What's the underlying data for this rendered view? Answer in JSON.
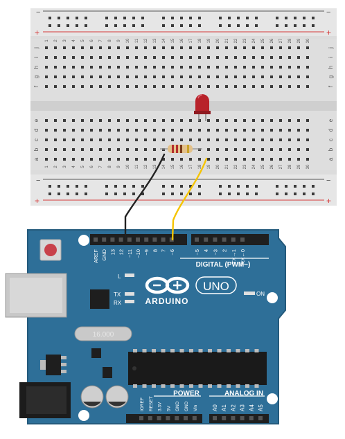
{
  "breadboard": {
    "minus_label": "−",
    "plus_label": "+",
    "columns": [
      "1",
      "2",
      "3",
      "4",
      "5",
      "6",
      "7",
      "8",
      "9",
      "10",
      "11",
      "12",
      "13",
      "14",
      "15",
      "16",
      "17",
      "18",
      "19",
      "20",
      "21",
      "22",
      "23",
      "24",
      "25",
      "26",
      "27",
      "28",
      "29",
      "30"
    ],
    "rows_top": [
      "j",
      "i",
      "h",
      "g",
      "f"
    ],
    "rows_bottom": [
      "e",
      "d",
      "c",
      "b",
      "a"
    ]
  },
  "board": {
    "brand": "ARDUINO",
    "model": "UNO",
    "digital_label": "DIGITAL (PWM~)",
    "power_label": "POWER",
    "analog_label": "ANALOG IN",
    "on_label": "ON",
    "l_label": "L",
    "tx_label": "TX",
    "rx_label": "RX",
    "crystal_label": "16.000",
    "digital_pins": [
      "AREF",
      "GND",
      "13",
      "12",
      "~11",
      "~10",
      "~9",
      "8",
      "7",
      "~6",
      "~5",
      "4",
      "~3",
      "2",
      "TX→1",
      "RX←0"
    ],
    "power_pins": [
      "IOREF",
      "RESET",
      "3.3V",
      "5V",
      "GND",
      "GND",
      "Vin"
    ],
    "analog_pins": [
      "A0",
      "A1",
      "A2",
      "A3",
      "A4",
      "A5"
    ]
  },
  "colors": {
    "board_blue": "#2e6f98",
    "led_red": "#b8222a",
    "wire_black": "#222222",
    "wire_yellow": "#f5c400",
    "rail_red": "#d63a3a",
    "rail_dark": "#555555"
  }
}
